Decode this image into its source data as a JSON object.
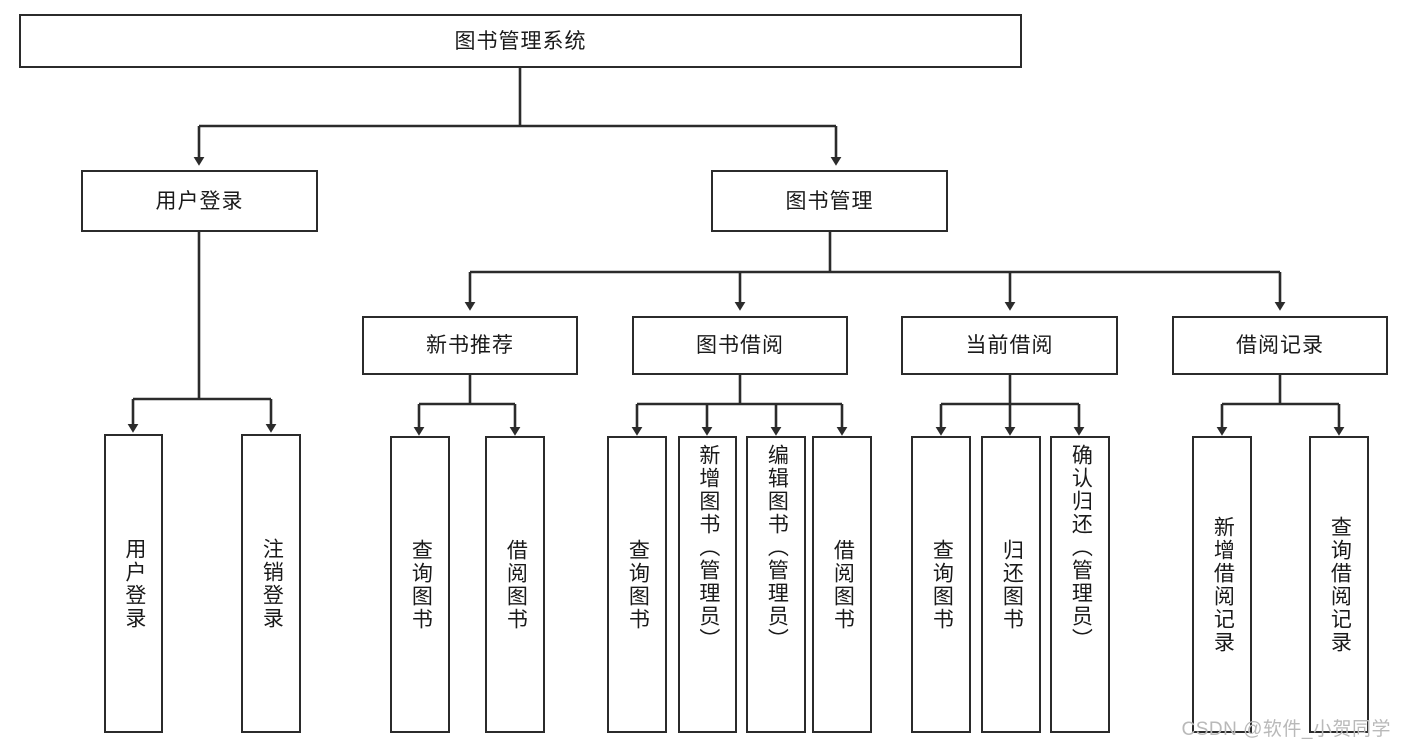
{
  "diagram": {
    "type": "tree-hierarchy-chart",
    "title_node": {
      "label": "图书管理系统"
    },
    "level2": [
      {
        "label": "用户登录"
      },
      {
        "label": "图书管理"
      }
    ],
    "level3": [
      {
        "label": "新书推荐"
      },
      {
        "label": "图书借阅"
      },
      {
        "label": "当前借阅"
      },
      {
        "label": "借阅记录"
      }
    ],
    "leaves": {
      "user_login": [
        {
          "label": "用户登录"
        },
        {
          "label": "注销登录"
        }
      ],
      "new_book_recommend": [
        {
          "label": "查询图书"
        },
        {
          "label": "借阅图书"
        }
      ],
      "book_borrow": [
        {
          "label": "查询图书"
        },
        {
          "label": "新增图书（管理员）"
        },
        {
          "label": "编辑图书（管理员）"
        },
        {
          "label": "借阅图书"
        }
      ],
      "current_borrow": [
        {
          "label": "查询图书"
        },
        {
          "label": "归还图书"
        },
        {
          "label": "确认归还（管理员）"
        }
      ],
      "borrow_record": [
        {
          "label": "新增借阅记录"
        },
        {
          "label": "查询借阅记录"
        }
      ]
    }
  },
  "watermark": {
    "text": "CSDN @软件_小贺同学"
  },
  "colors": {
    "box_border": "#2b2b2b",
    "connector": "#2b2b2b",
    "background": "#ffffff",
    "text": "#1a1a1a",
    "watermark": "#b9b9b9"
  }
}
